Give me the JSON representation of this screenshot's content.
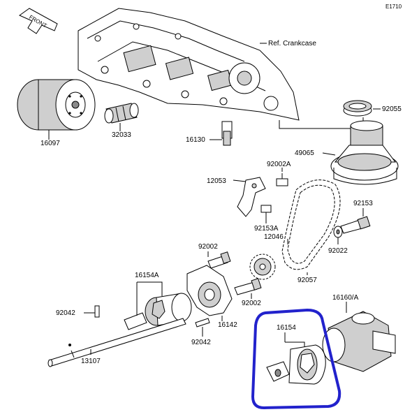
{
  "diagram_code": "E1710",
  "front_badge": "FRONT",
  "highlight_color": "#2222cc",
  "callouts": {
    "ref_crankcase": "Ref. Crankcase",
    "p92055": "92055",
    "p16097": "16097",
    "p32033": "32033",
    "p16130": "16130",
    "p49065": "49065",
    "p92002A": "92002A",
    "p12053": "12053",
    "p92153": "92153",
    "p92153A": "92153A",
    "p12046": "12046",
    "p92002_upper": "92002",
    "p92022": "92022",
    "p16154A": "16154A",
    "p92057": "92057",
    "p92002_lower": "92002",
    "p16160A": "16160/A",
    "p92042_upper": "92042",
    "p16142": "16142",
    "p16154": "16154",
    "p92042_lower": "92042",
    "p13107": "13107"
  }
}
